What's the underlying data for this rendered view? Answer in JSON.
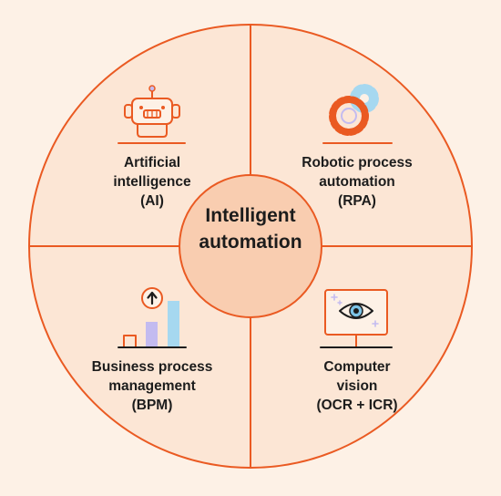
{
  "center": {
    "line1": "Intelligent",
    "line2": "automation"
  },
  "quadrants": [
    {
      "id": "ai",
      "icon": "robot-icon",
      "lines": [
        "Artificial",
        "intelligence",
        "(AI)"
      ]
    },
    {
      "id": "rpa",
      "icon": "gears-icon",
      "lines": [
        "Robotic process",
        "automation",
        "(RPA)"
      ]
    },
    {
      "id": "bpm",
      "icon": "bar-chart-icon",
      "lines": [
        "Business process",
        "management",
        "(BPM)"
      ]
    },
    {
      "id": "cv",
      "icon": "eye-monitor-icon",
      "lines": [
        "Computer",
        "vision",
        "(OCR + ICR)"
      ]
    }
  ],
  "colors": {
    "background": "#fdf1e6",
    "circle_fill": "#fce6d5",
    "center_fill": "#f9cdb0",
    "accent": "#ea5a22",
    "purple": "#c3bbf0",
    "blue": "#a6d8f0"
  }
}
